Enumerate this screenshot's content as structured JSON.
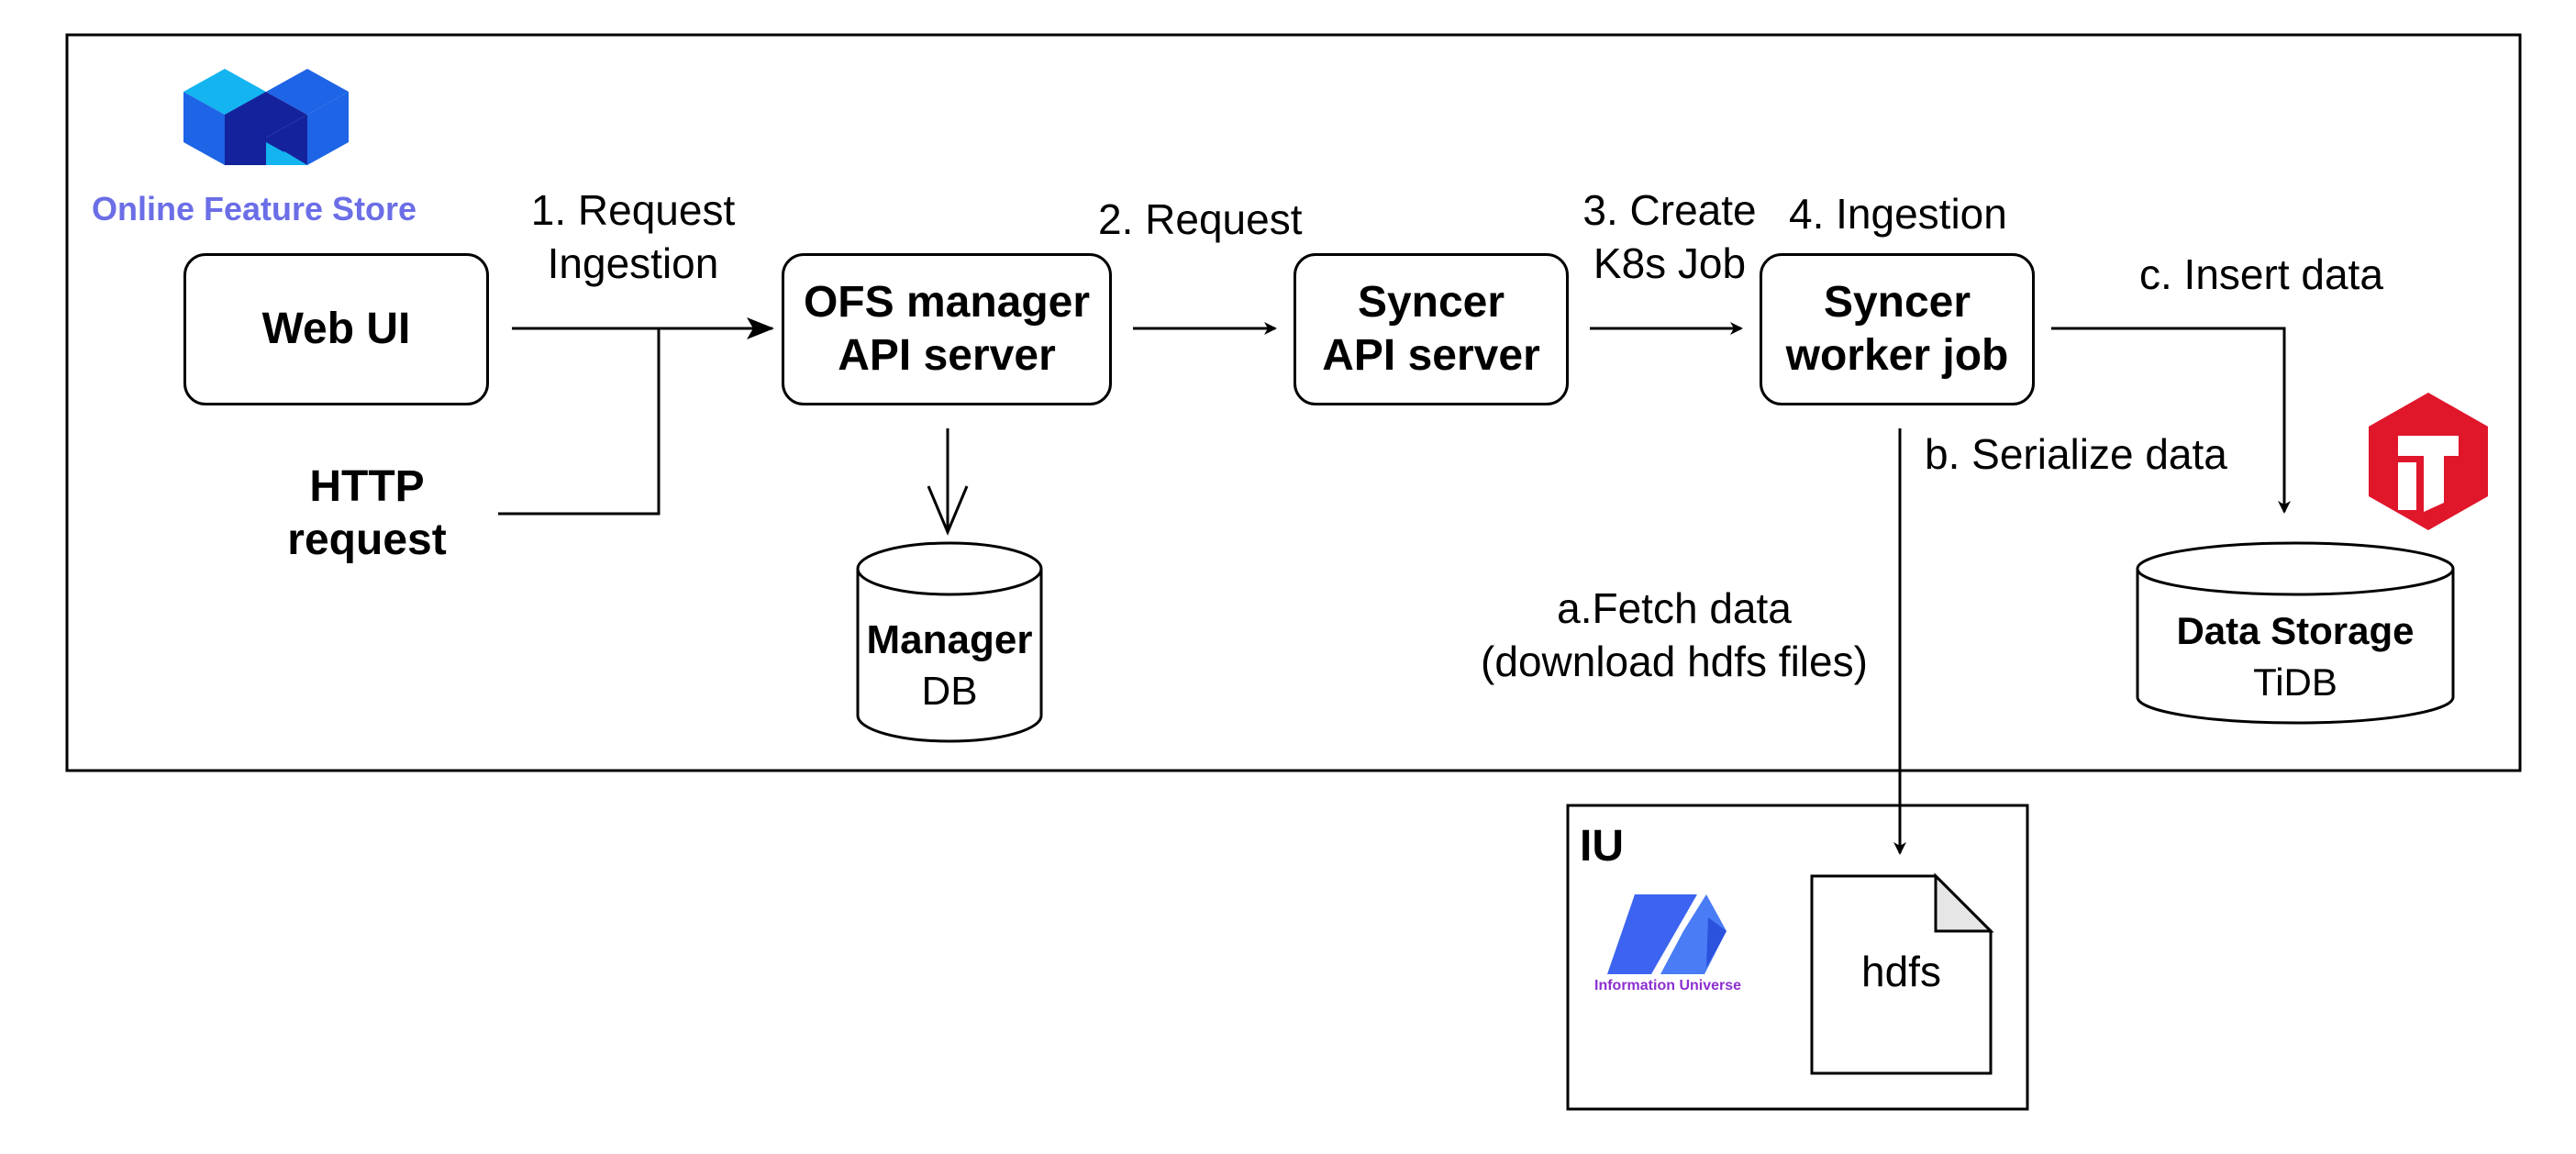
{
  "brand": {
    "title": "Online Feature Store",
    "title_color": "#6b6ee6",
    "logo_icon": "ofs-cube-logo-icon"
  },
  "nodes": {
    "web_ui": {
      "line1": "Web UI"
    },
    "http_request": {
      "line1": "HTTP",
      "line2": "request"
    },
    "ofs_manager": {
      "line1": "OFS manager",
      "line2": "API server"
    },
    "syncer_api": {
      "line1": "Syncer",
      "line2": "API server"
    },
    "syncer_worker": {
      "line1": "Syncer",
      "line2": "worker job"
    },
    "manager_db": {
      "line1": "Manager",
      "line2": "DB"
    },
    "data_storage": {
      "line1": "Data Storage",
      "line2": "TiDB"
    },
    "hdfs_file": {
      "label": "hdfs"
    }
  },
  "edges": {
    "step1": {
      "line1": "1. Request",
      "line2": "Ingestion"
    },
    "step2": {
      "line1": "2. Request"
    },
    "step3": {
      "line1": "3. Create",
      "line2": "K8s Job"
    },
    "step4": {
      "line1": "4. Ingestion"
    },
    "step_a": {
      "line1": "a.Fetch data",
      "line2": "(download hdfs files)"
    },
    "step_b": {
      "line1": "b. Serialize data"
    },
    "step_c": {
      "line1": "c. Insert data"
    }
  },
  "iu": {
    "title": "IU",
    "logo_caption": "Information Universe",
    "logo_icon": "information-universe-logo-icon"
  },
  "tidb": {
    "logo_icon": "tidb-logo-icon",
    "color": "#e0162b"
  },
  "colors": {
    "line": "#000000",
    "cube_dark": "#14239c",
    "cube_blue": "#1e64e6",
    "cube_light": "#14b4f0",
    "iu_blue": "#3c64f0",
    "iu_purple": "#8c2fd0"
  }
}
